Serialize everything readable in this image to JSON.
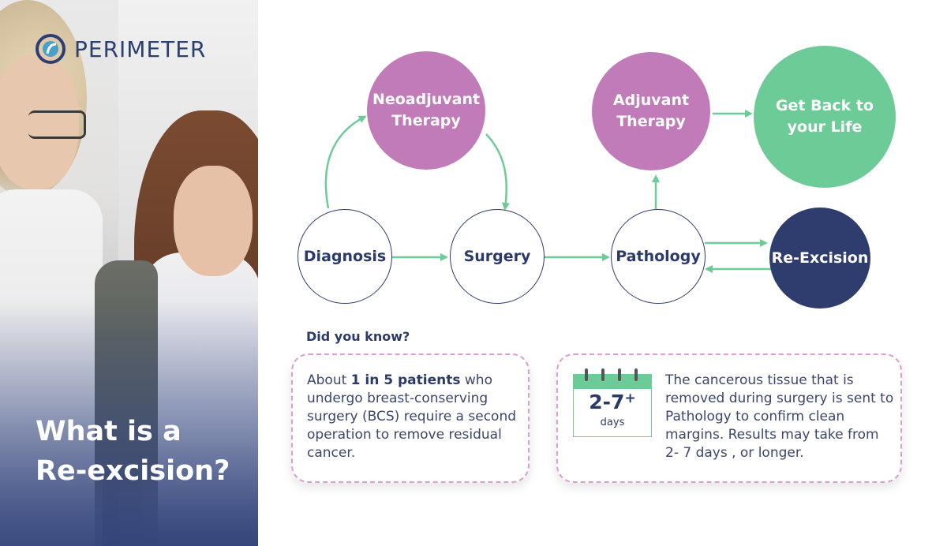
{
  "brand": {
    "name": "PERIMETER"
  },
  "left_panel": {
    "title_line1": "What is a",
    "title_line2": "Re-excision?"
  },
  "colors": {
    "navy": "#2f3d6e",
    "purple": "#c27bb9",
    "green": "#6ccb97",
    "arrow": "#6ccb97",
    "text_dark": "#2b3a6a"
  },
  "diagram": {
    "nodes": {
      "diagnosis": {
        "label": "Diagnosis"
      },
      "surgery": {
        "label": "Surgery"
      },
      "pathology": {
        "label": "Pathology"
      },
      "neoadjuvant": {
        "line1": "Neoadjuvant",
        "line2": "Therapy"
      },
      "adjuvant": {
        "line1": "Adjuvant",
        "line2": "Therapy"
      },
      "get_back": {
        "line1": "Get Back to",
        "line2": "your Life"
      },
      "reexcision": {
        "label": "Re-Excision"
      }
    },
    "edges": [
      [
        "diagnosis",
        "neoadjuvant"
      ],
      [
        "neoadjuvant",
        "surgery"
      ],
      [
        "diagnosis",
        "surgery"
      ],
      [
        "surgery",
        "pathology"
      ],
      [
        "pathology",
        "adjuvant"
      ],
      [
        "adjuvant",
        "get_back"
      ],
      [
        "pathology",
        "reexcision"
      ],
      [
        "reexcision",
        "pathology"
      ]
    ]
  },
  "did_you_know": {
    "heading": "Did you know?",
    "card1": {
      "pre": "About ",
      "bold": "1 in 5 patients",
      "post": " who undergo breast-conserving surgery (BCS) require a second operation to remove residual cancer."
    },
    "card2": {
      "calendar_number": "2-7",
      "calendar_plus": "+",
      "calendar_unit": "days",
      "text": "The cancerous tissue that is removed during surgery is sent to Pathology to confirm clean margins. Results may take from 2- 7 days , or longer."
    }
  }
}
